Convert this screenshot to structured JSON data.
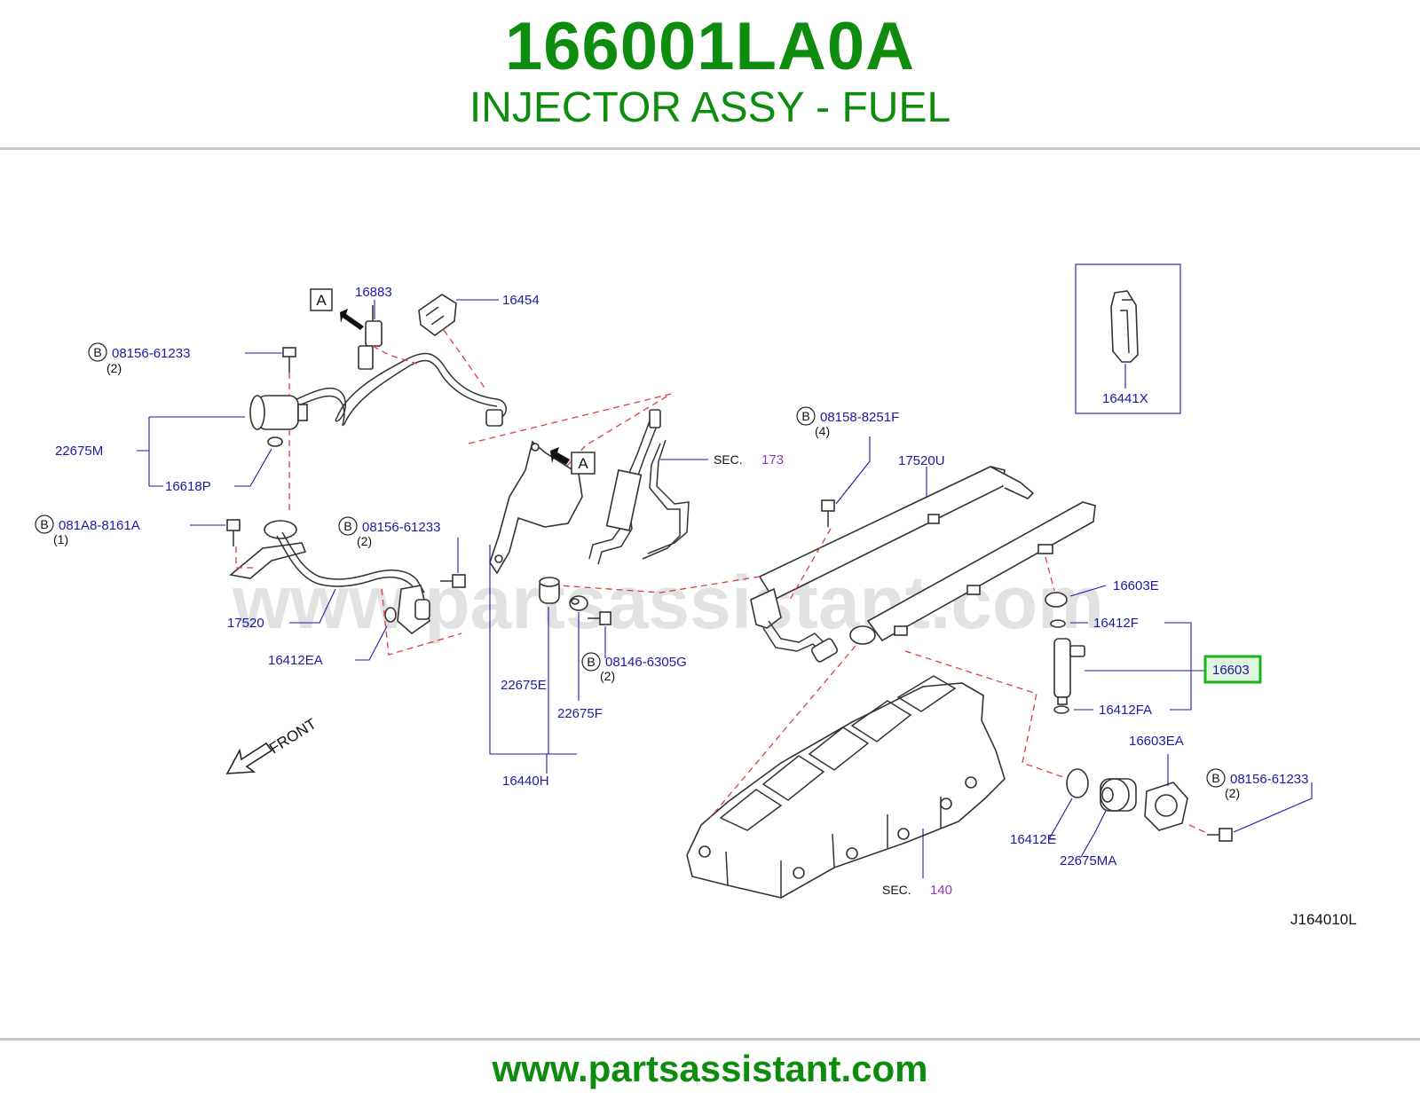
{
  "header": {
    "part_number": "166001LA0A",
    "title": "INJECTOR ASSY - FUEL"
  },
  "footer": {
    "url": "www.partsassistant.com"
  },
  "watermark": "www.partsassistant.com",
  "colors": {
    "accent_green": "#0e8c0e",
    "label_blue": "#1a1aa6",
    "dash_red": "#e23c3c",
    "sec_purple": "#8a3ab9",
    "highlight_green": "#19b519"
  },
  "diagram": {
    "drawing_code": "J164010L",
    "front_label": "FRONT",
    "view_marker": "A",
    "bolt_marker": "B",
    "sec_prefix": "SEC.",
    "labels": {
      "p16883": "16883",
      "p16454": "16454",
      "p22675M": "22675M",
      "p16618P": "16618P",
      "p17520": "17520",
      "p16412EA": "16412EA",
      "p22675E": "22675E",
      "p22675F": "22675F",
      "p16440H": "16440H",
      "p17520U": "17520U",
      "p16603E": "16603E",
      "p16412F": "16412F",
      "p16603": "16603",
      "p16412FA": "16412FA",
      "p16603EA": "16603EA",
      "p16412E": "16412E",
      "p22675MA": "22675MA",
      "p16441X": "16441X"
    },
    "bolts": {
      "b1": {
        "number": "08156-61233",
        "qty": "(2)"
      },
      "b2": {
        "number": "081A8-8161A",
        "qty": "(1)"
      },
      "b3": {
        "number": "08156-61233",
        "qty": "(2)"
      },
      "b4": {
        "number": "08146-6305G",
        "qty": "(2)"
      },
      "b5": {
        "number": "08158-8251F",
        "qty": "(4)"
      },
      "b6": {
        "number": "08156-61233",
        "qty": "(2)"
      }
    },
    "sections": {
      "s173": "173",
      "s140": "140"
    }
  }
}
